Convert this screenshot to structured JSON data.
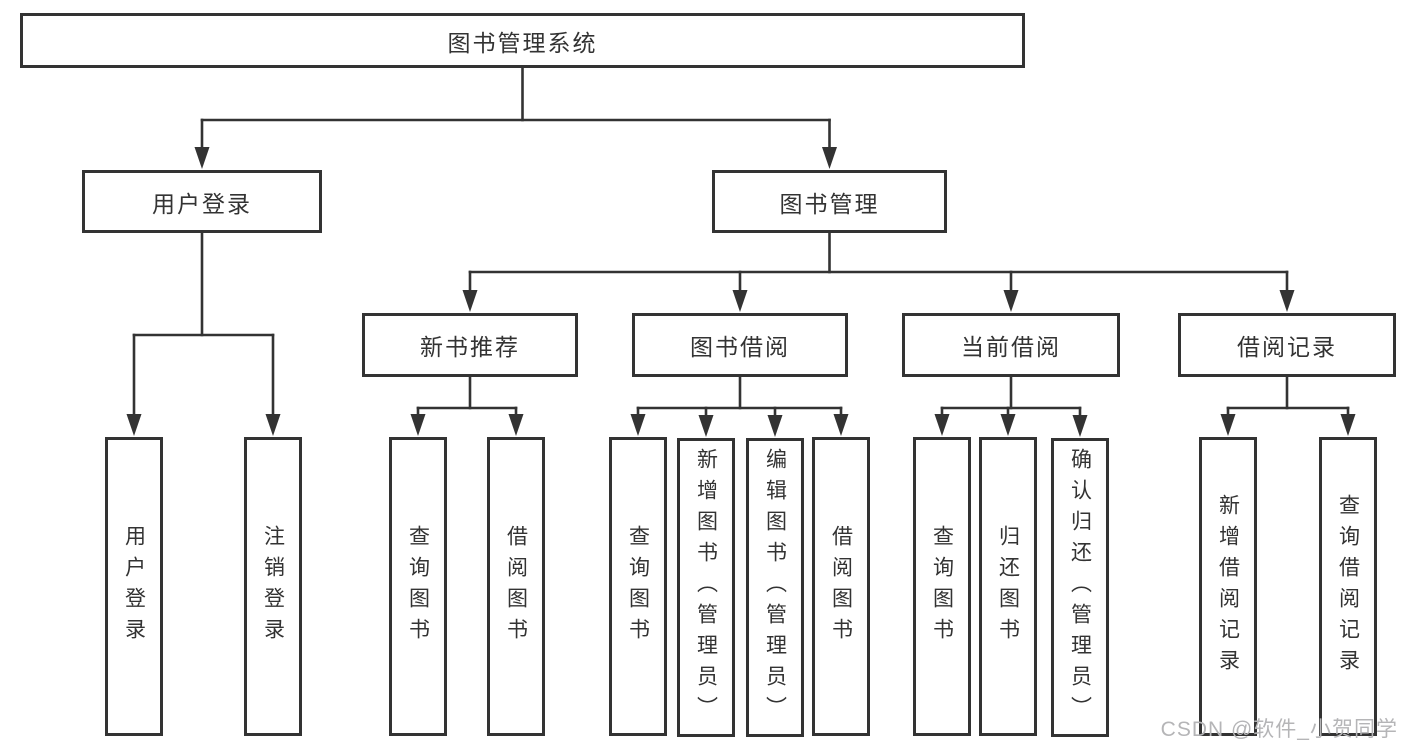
{
  "nodes": {
    "root": {
      "label": "图书管理系统"
    },
    "user_login": {
      "label": "用户登录"
    },
    "book_mgmt": {
      "label": "图书管理"
    },
    "new_book_rec": {
      "label": "新书推荐"
    },
    "book_borrow": {
      "label": "图书借阅"
    },
    "current_borrow": {
      "label": "当前借阅"
    },
    "borrow_records": {
      "label": "借阅记录"
    },
    "user_login_leaf": {
      "label": "用户登录"
    },
    "logout": {
      "label": "注销登录"
    },
    "query_book_1": {
      "label": "查询图书"
    },
    "borrow_book_1": {
      "label": "借阅图书"
    },
    "query_book_2": {
      "label": "查询图书"
    },
    "add_book": {
      "label": "新增图书（管理员）"
    },
    "edit_book": {
      "label": "编辑图书（管理员）"
    },
    "borrow_book_2": {
      "label": "借阅图书"
    },
    "query_book_3": {
      "label": "查询图书"
    },
    "return_book": {
      "label": "归还图书"
    },
    "confirm_return": {
      "label": "确认归还（管理员）"
    },
    "add_borrow_record": {
      "label": "新增借阅记录"
    },
    "query_borrow_record": {
      "label": "查询借阅记录"
    }
  },
  "edges": [
    {
      "from": "root",
      "to": "user_login"
    },
    {
      "from": "root",
      "to": "book_mgmt"
    },
    {
      "from": "user_login",
      "to": "user_login_leaf"
    },
    {
      "from": "user_login",
      "to": "logout"
    },
    {
      "from": "book_mgmt",
      "to": "new_book_rec"
    },
    {
      "from": "book_mgmt",
      "to": "book_borrow"
    },
    {
      "from": "book_mgmt",
      "to": "current_borrow"
    },
    {
      "from": "book_mgmt",
      "to": "borrow_records"
    },
    {
      "from": "new_book_rec",
      "to": "query_book_1"
    },
    {
      "from": "new_book_rec",
      "to": "borrow_book_1"
    },
    {
      "from": "book_borrow",
      "to": "query_book_2"
    },
    {
      "from": "book_borrow",
      "to": "add_book"
    },
    {
      "from": "book_borrow",
      "to": "edit_book"
    },
    {
      "from": "book_borrow",
      "to": "borrow_book_2"
    },
    {
      "from": "current_borrow",
      "to": "query_book_3"
    },
    {
      "from": "current_borrow",
      "to": "return_book"
    },
    {
      "from": "current_borrow",
      "to": "confirm_return"
    },
    {
      "from": "borrow_records",
      "to": "add_borrow_record"
    },
    {
      "from": "borrow_records",
      "to": "query_borrow_record"
    }
  ],
  "line_color": "#333333",
  "watermark": {
    "text": "CSDN @软件_小贺同学"
  }
}
